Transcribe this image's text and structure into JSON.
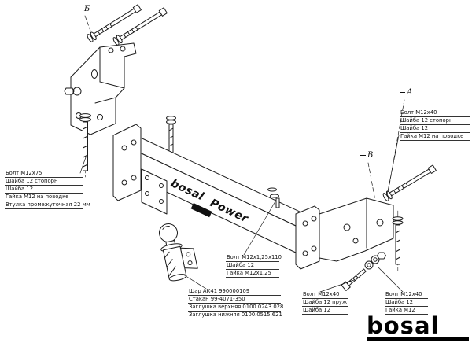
{
  "page": {
    "background": "#ffffff"
  },
  "brand": {
    "logo_text": "bosal",
    "beam_text_1": "bosal",
    "beam_text_2": "Power"
  },
  "view_markers": {
    "top_left": "Б",
    "right_upper": "А",
    "right_mid": "В"
  },
  "callouts": {
    "left_bracket_hardware": {
      "lines": [
        "Болт М12х75",
        "Шайба 12 стопорн",
        "Шайба 12",
        "Гайка М12 на поводке",
        "Втулка промежуточная 22 мм"
      ]
    },
    "right_bracket_hardware": {
      "lines": [
        "Болт М12х40",
        "Шайба 12 стопорн",
        "Шайба 12",
        "Гайка М12 на поводке"
      ]
    },
    "beam_bolts": {
      "lines": [
        "Болт М12х1,25х110",
        "Шайба 12",
        "Гайка М12х1,25"
      ]
    },
    "ball_assembly": {
      "lines": [
        "Шар АК41 990000109",
        "Стакан 99-4071-350",
        "Заглушка верхняя 0100.0243.028",
        "Заглушка нижняя 0100.0515.621"
      ]
    },
    "bracket_bolts_spring": {
      "lines": [
        "Болт М12х40",
        "Шайба 12 пруж",
        "Шайба 12"
      ]
    },
    "bracket_bolts_nut": {
      "lines": [
        "Болт М12х40",
        "Шайба 12",
        "Гайка М12"
      ]
    }
  },
  "colors": {
    "line": "#1c1c1c",
    "sticker": "#111111",
    "logo": "#000000"
  }
}
